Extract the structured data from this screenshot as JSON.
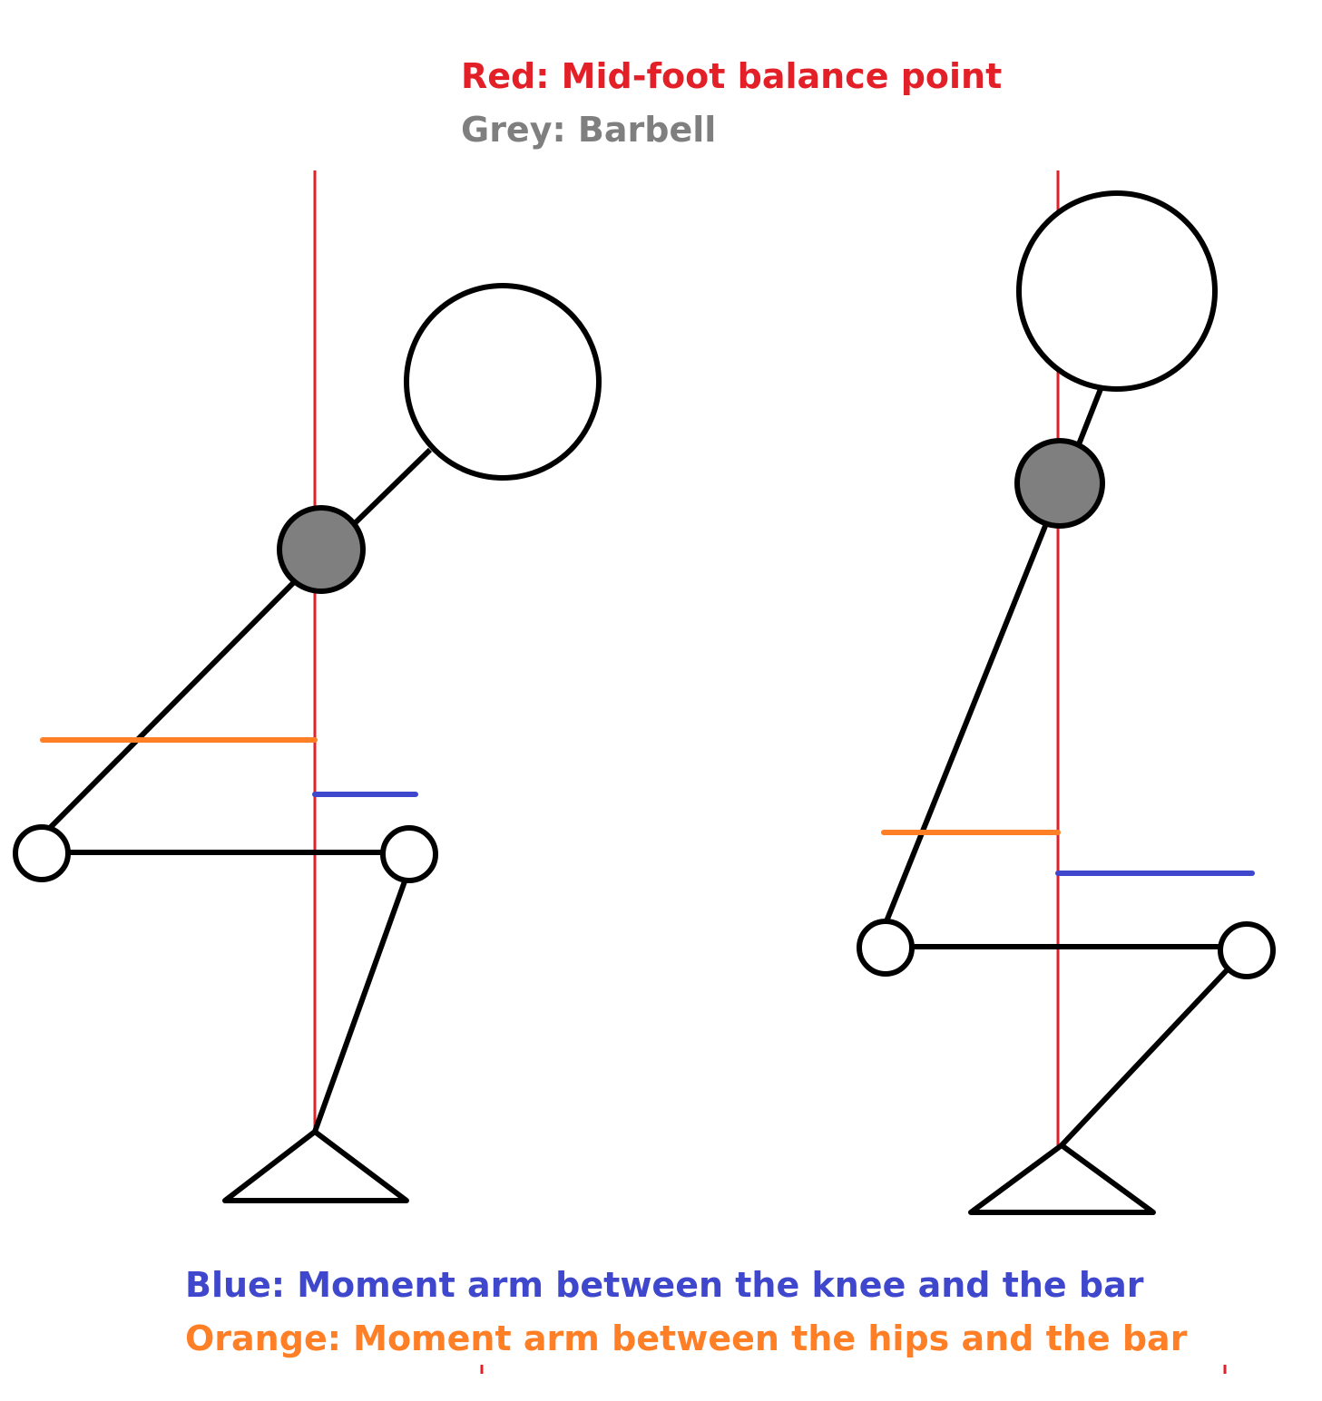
{
  "legend": {
    "red": "Red: Mid-foot balance point",
    "grey": "Grey: Barbell",
    "blue": "Blue: Moment arm between the knee and the bar",
    "orange": "Orange: Moment arm between the hips and the bar"
  },
  "colors": {
    "red": "#e32028",
    "grey": "#7f7f7f",
    "blue": "#3f48cc",
    "orange": "#ff7f27",
    "figure_stroke": "#000000",
    "background": "#ffffff"
  }
}
